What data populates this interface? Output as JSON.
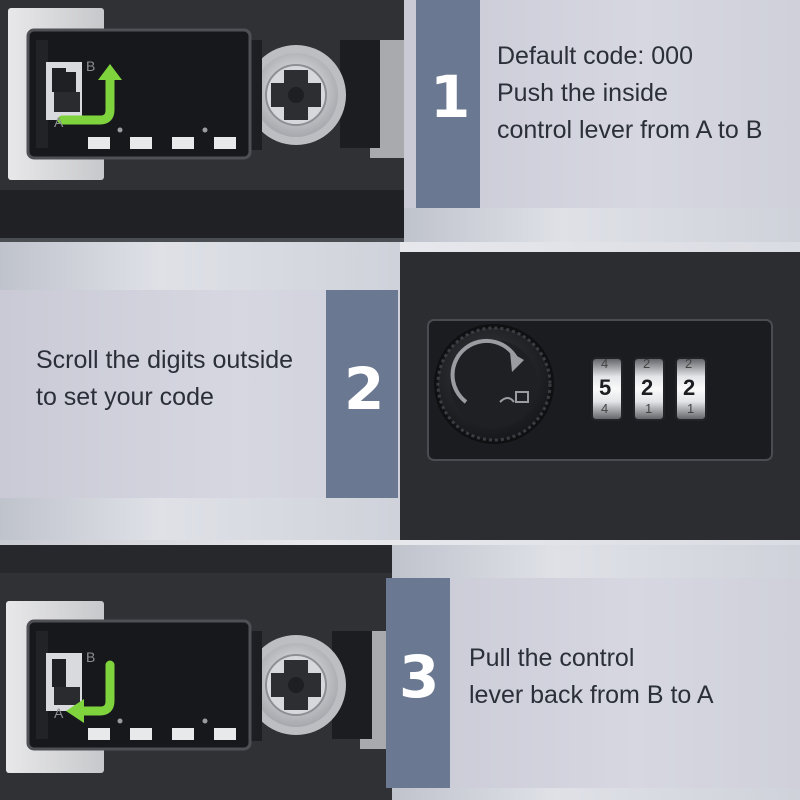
{
  "steps": [
    {
      "number": "1",
      "lines": [
        "Default code: 000",
        "Push the inside",
        "control lever from A to B"
      ]
    },
    {
      "number": "2",
      "lines": [
        "Scroll the digits outside",
        "to set your code"
      ]
    },
    {
      "number": "3",
      "lines": [
        "Pull the control",
        "lever back from B to A"
      ]
    }
  ],
  "lever_photos": {
    "label_a": "A",
    "label_b": "B"
  },
  "dial_photo": {
    "wheels": [
      {
        "above": "4",
        "shown": "5",
        "below": "4"
      },
      {
        "above": "2",
        "shown": "2",
        "below": "1"
      },
      {
        "above": "2",
        "shown": "2",
        "below": "1"
      }
    ]
  },
  "colors": {
    "number_strip": "#6b7891",
    "arrow_green": "#7fd43e",
    "safe_body": "#2a2c30"
  }
}
